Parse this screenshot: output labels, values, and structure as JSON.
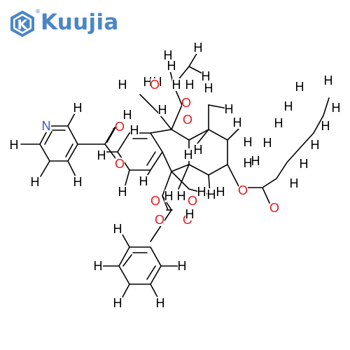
{
  "brand": {
    "name": "Kuujia",
    "registered_mark": "®",
    "logo_letter": "K",
    "color": "#4a86c5"
  },
  "structure": {
    "bond_color": "#000000",
    "colors": {
      "H": "#000000",
      "O": "#e8161a",
      "N": "#3a55c9"
    },
    "atoms": {
      "H": "H",
      "O": "O",
      "N": "N"
    }
  }
}
